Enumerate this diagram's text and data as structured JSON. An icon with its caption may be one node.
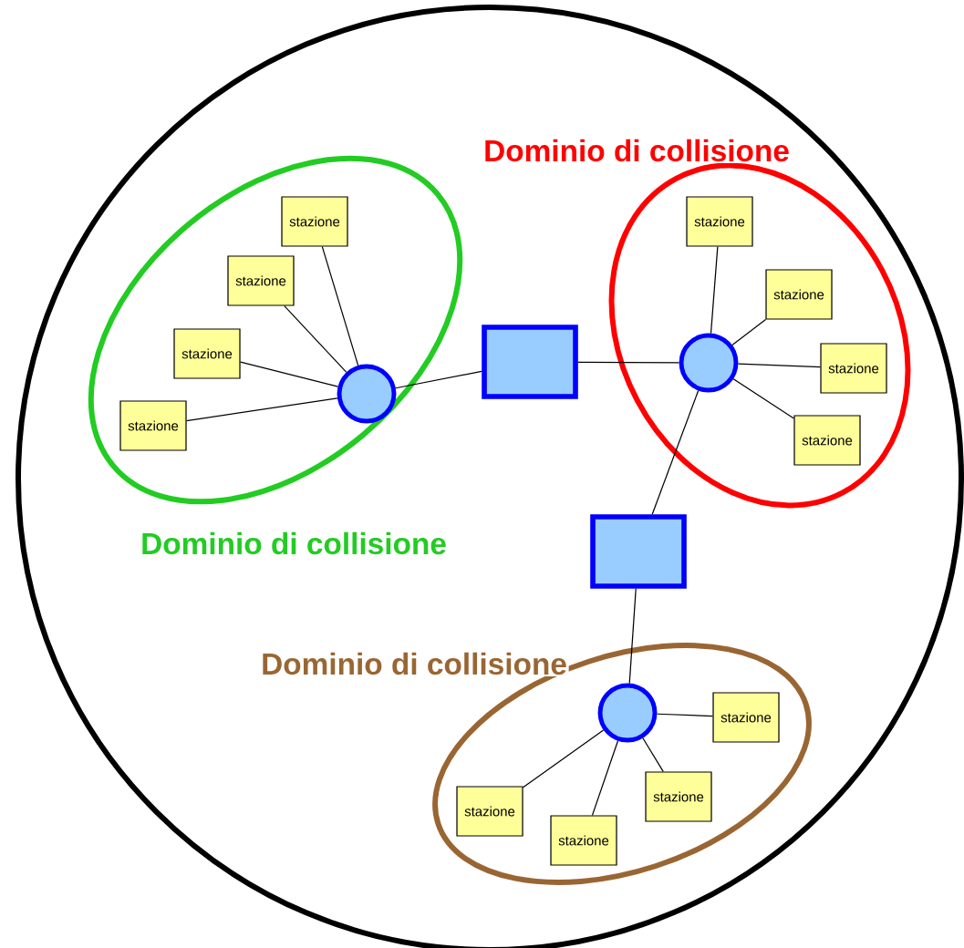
{
  "diagram": {
    "nodes": [
      {
        "text": [],
        "shape": "circle"
      },
      {
        "text": [
          "Dominio di collisione"
        ],
        "in": 0
      },
      {
        "text": [
          "stazione"
        ],
        "in": 1
      },
      {
        "text": [
          "stazione"
        ],
        "in": 1
      },
      {
        "text": [
          "stazione"
        ],
        "in": 1
      },
      {
        "text": [
          "stazione"
        ],
        "in": 1
      },
      {
        "text": [],
        "shape": "circle",
        "in": 1
      },
      {
        "text": [],
        "shape": "box",
        "in": 0
      },
      {
        "text": [
          "Dominio di collisione"
        ],
        "in": 0
      },
      {
        "text": [
          "stazione"
        ],
        "in": 8
      },
      {
        "text": [
          "stazione"
        ],
        "in": 8
      },
      {
        "text": [
          "stazione"
        ],
        "in": 8
      },
      {
        "text": [
          "stazione"
        ],
        "in": 8
      },
      {
        "text": [],
        "shape": "circle",
        "in": 8
      },
      {
        "text": [],
        "shape": "box",
        "in": 0
      },
      {
        "text": [
          "Dominio di collisione"
        ],
        "in": 0
      },
      {
        "text": [],
        "shape": "circle",
        "in": 15
      },
      {
        "text": [
          "stazione"
        ],
        "in": 15
      },
      {
        "text": [
          "stazione"
        ],
        "in": 15
      },
      {
        "text": [
          "stazione"
        ],
        "in": 15
      },
      {
        "text": [
          "stazione"
        ],
        "in": 15
      }
    ],
    "edges": [
      {
        "from": 6,
        "to": 2,
        "arrow": "none"
      },
      {
        "from": 6,
        "to": 3,
        "arrow": "none"
      },
      {
        "from": 6,
        "to": 4,
        "arrow": "none"
      },
      {
        "from": 6,
        "to": 5,
        "arrow": "none"
      },
      {
        "from": 6,
        "to": 7,
        "arrow": "none"
      },
      {
        "from": 7,
        "to": 13,
        "arrow": "none"
      },
      {
        "from": 13,
        "to": 9,
        "arrow": "none"
      },
      {
        "from": 13,
        "to": 10,
        "arrow": "none"
      },
      {
        "from": 13,
        "to": 11,
        "arrow": "none"
      },
      {
        "from": 13,
        "to": 12,
        "arrow": "none"
      },
      {
        "from": 13,
        "to": 14,
        "arrow": "none"
      },
      {
        "from": 14,
        "to": 16,
        "arrow": "none"
      },
      {
        "from": 16,
        "to": 17,
        "arrow": "none"
      },
      {
        "from": 16,
        "to": 18,
        "arrow": "none"
      },
      {
        "from": 16,
        "to": 19,
        "arrow": "none"
      },
      {
        "from": 16,
        "to": 20,
        "arrow": "none"
      }
    ]
  }
}
